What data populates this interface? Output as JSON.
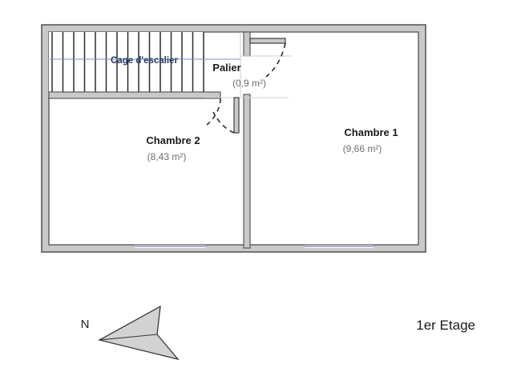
{
  "plan": {
    "floor_label": "1er Etage",
    "compass": {
      "label": "N",
      "icon": "north-arrow-icon"
    },
    "rooms": [
      {
        "id": "stairwell",
        "name": "Cage d'escalier",
        "area": "",
        "name_color": "#243a66"
      },
      {
        "id": "palier",
        "name": "Palier",
        "area": "(0,9 m²)",
        "name_color": "#1a1a1a"
      },
      {
        "id": "chambre-2",
        "name": "Chambre 2",
        "area": "(8,43 m²)",
        "name_color": "#1a1a1a"
      },
      {
        "id": "chambre-1",
        "name": "Chambre 1",
        "area": "(9,66 m²)",
        "name_color": "#1a1a1a"
      }
    ],
    "colors": {
      "wall_fill": "#c9c9c9",
      "wall_stroke": "#4a4a4a",
      "window": "#9f9fc4",
      "stair_line": "#2a2a2a",
      "stair_guide": "#7b93bd",
      "door_arc": "#2b2b2b",
      "compass_fill": "#d2d2d2",
      "background": "#ffffff"
    },
    "features": {
      "window_count": 2,
      "door_count": 2,
      "stair_step_count": 14
    }
  }
}
